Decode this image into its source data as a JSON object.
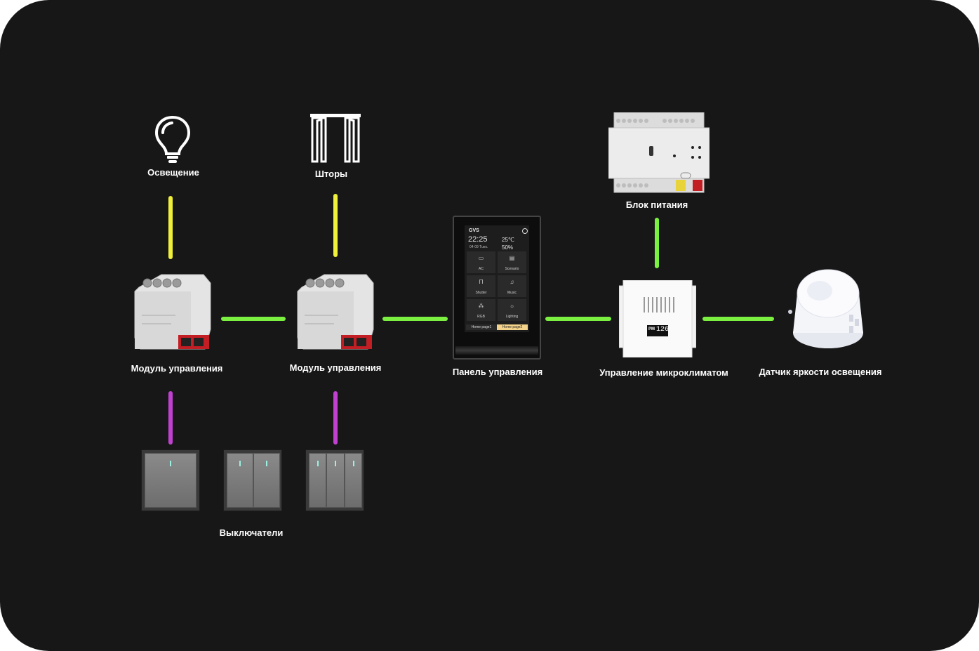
{
  "labels": {
    "lighting": "Освещение",
    "curtains": "Шторы",
    "module_1": "Модуль управления",
    "module_2": "Модуль управления",
    "panel": "Панель управления",
    "power_supply": "Блок питания",
    "climate": "Управление микроклиматом",
    "light_sensor": "Датчик яркости освещения",
    "switches": "Выключатели"
  },
  "panel_screen": {
    "brand": "GVS",
    "time": "22:25",
    "date": "04-09 Tues.",
    "temperature": "25℃",
    "humidity": "50%",
    "tiles": [
      "AC",
      "Scenario",
      "Shutter",
      "Music",
      "RGB",
      "Lighting"
    ],
    "tabs": [
      "Home page1",
      "Home page2"
    ]
  },
  "climate_display": {
    "prefix": "PM",
    "value": "126"
  },
  "colors": {
    "background": "#171717",
    "line_yellow": "#f0f03a",
    "line_green": "#7cf040",
    "line_magenta": "#c040d0",
    "tab_active": "#f3d28a"
  }
}
